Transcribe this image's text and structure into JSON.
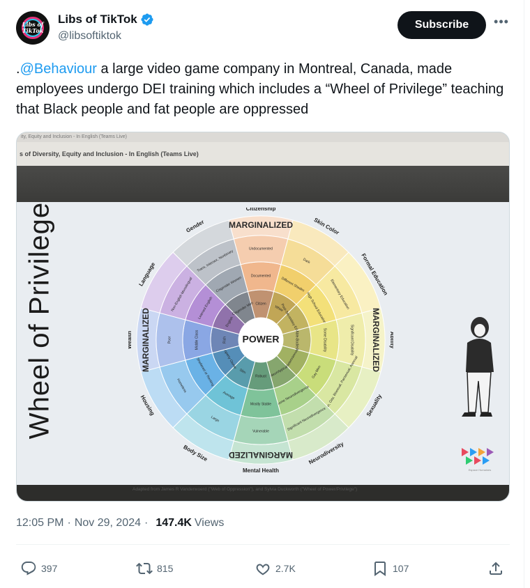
{
  "tweet": {
    "display_name": "Libs of TikTok",
    "handle": "@libsoftiktok",
    "avatar_text": "Libs of TikTok",
    "subscribe_label": "Subscribe",
    "more_label": "•••",
    "text_prefix": ".",
    "mention": "@Behaviour",
    "text_body": " a large video game company in Montreal, Canada, made employees undergo DEI training which includes a “Wheel of Privilege” teaching that Black people and fat people are oppressed",
    "time": "12:05 PM",
    "date": "Nov 29, 2024",
    "views_count": "147.4K",
    "views_label": "Views"
  },
  "actions": {
    "replies": "397",
    "reposts": "815",
    "likes": "2.7K",
    "bookmarks": "107"
  },
  "media": {
    "top_bar_text": "ity, Equity and Inclusion - In English (Teams Live)",
    "title_bar_text": "s of Diversity, Equity and Inclusion - In English (Teams Live)",
    "slide_title": "Wheel of Privilege",
    "center_label": "POWER",
    "outer_top_label": "MARGINALIZED",
    "outer_bottom_label": "MARGINALIZED",
    "outer_right_label": "MARGINALIZED",
    "outer_left_label": "MARGINALIZED",
    "categories": [
      "Citizenship",
      "Skin Color",
      "Formal Education",
      "Ability",
      "Sexuality",
      "Neurodiversity",
      "Mental Health",
      "Body Size",
      "Housing",
      "Wealth",
      "Language",
      "Gender"
    ],
    "outer_ring": [
      "Undocumented",
      "Dark",
      "Elementary Education",
      "Significant Disability",
      "Lesbian, Gay, Bisexual, Pansexual, Asexual",
      "Significant Neurodivergence",
      "Vulnerable",
      "Large",
      "Homeless",
      "Poor",
      "Non-English Monolingual",
      "Trans, Intersex, Nonbinary"
    ],
    "middle_ring": [
      "Documented",
      "Different Shades",
      "High School Education",
      "Some Disability",
      "Gay Men",
      "Some Neurodivergence",
      "Mostly Stable",
      "Average",
      "Sheltered or Renting",
      "Middle Class",
      "Learned English",
      "Cisgender Women"
    ],
    "inner_ring": [
      "Citizen",
      "White",
      "Post-Secondary Education",
      "Able-Bodied",
      "Heterosexual",
      "Neurotypical",
      "Robust",
      "Slim",
      "Property Owner",
      "Rich",
      "English",
      "Cisgender Men"
    ],
    "footnote": "Adapted from James R Vanderwoerd (\"Web of Oppression\"), and Sylvia Duckworth (\"Wheel of Power/Privilege\")",
    "logo_text": "Espace Humaines",
    "colors": [
      "#f0b78d",
      "#f1cf6c",
      "#f3e079",
      "#e8e587",
      "#c9dd7a",
      "#a8d08a",
      "#7fc39a",
      "#6fc3d7",
      "#6ab2e6",
      "#8aa7e4",
      "#b48fd6",
      "#a0a8b2"
    ]
  }
}
